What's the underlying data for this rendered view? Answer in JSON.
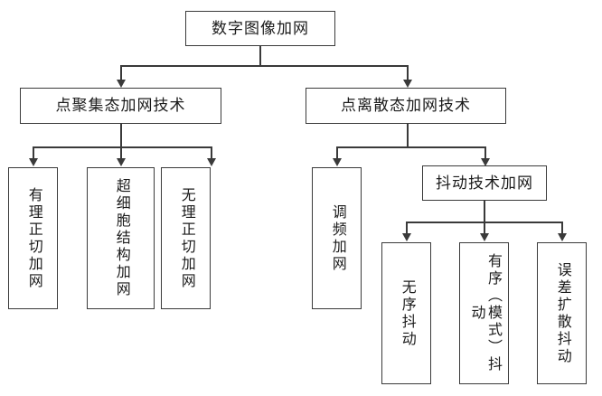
{
  "diagram": {
    "title": "数字图像加网",
    "root": {
      "id": "root",
      "label": "数字图像加网"
    },
    "level2": [
      {
        "id": "cluster-dot",
        "label": "点聚集态加网技术"
      },
      {
        "id": "disperse-dot",
        "label": "点离散态加网技术"
      }
    ],
    "level3_left": [
      {
        "id": "rational-tangent",
        "label": "有理正切加网"
      },
      {
        "id": "supercell",
        "label": "超细胞结构加网"
      },
      {
        "id": "irrational-tangent",
        "label": "无理正切加网"
      }
    ],
    "level3_right": [
      {
        "id": "fm-screening",
        "label": "调频加网"
      },
      {
        "id": "dither-tech",
        "label": "抖动技术加网"
      }
    ],
    "level4_dither": [
      {
        "id": "random-dither",
        "label": "无序抖动"
      },
      {
        "id": "ordered-dither",
        "label": "有序（模式）抖动"
      },
      {
        "id": "error-diffusion-dither",
        "label": "误差扩散抖动"
      }
    ],
    "colors": {
      "stroke": "#3a3a3a",
      "text": "#1b1b1b",
      "background": "#ffffff"
    }
  }
}
